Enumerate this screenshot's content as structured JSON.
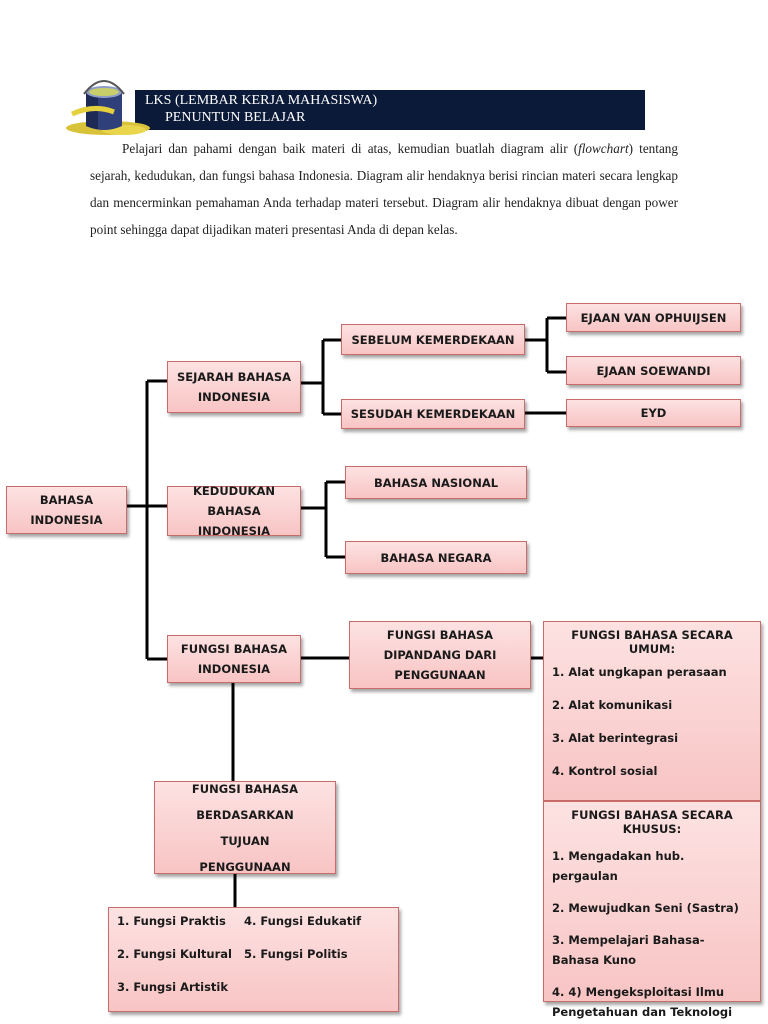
{
  "header": {
    "line1": "LKS (LEMBAR KERJA MAHASISWA)",
    "line2": "PENUNTUN BELAJAR",
    "icon": "paint-bucket-icon"
  },
  "instructions": {
    "before_italic": "Pelajari dan pahami dengan baik materi di atas, kemudian buatlah diagram alir (",
    "italic": "flowchart",
    "after_italic": ") tentang sejarah, kedudukan, dan fungsi bahasa Indonesia. Diagram alir hendaknya berisi rincian materi secara lengkap dan mencerminkan pemahaman Anda terhadap materi tersebut. Diagram alir hendaknya dibuat dengan power point sehingga dapat dijadikan materi presentasi Anda di depan kelas."
  },
  "diagram": {
    "root": "BAHASA INDONESIA",
    "sejarah": "SEJARAH BAHASA INDONESIA",
    "sebelum": "SEBELUM KEMERDEKAAN",
    "sesudah": "SESUDAH KEMERDEKAAN",
    "van_ophuijsen": "EJAAN VAN OPHUIJSEN",
    "soewandi": "EJAAN SOEWANDI",
    "eyd": "EYD",
    "kedudukan": "KEDUDUKAN BAHASA INDONESIA",
    "nasional": "BAHASA NASIONAL",
    "negara": "BAHASA NEGARA",
    "fungsi": "FUNGSI BAHASA INDONESIA",
    "dipandang": "FUNGSI BAHASA DIPANDANG DARI PENGGUNAAN",
    "umum": {
      "title": "FUNGSI BAHASA SECARA UMUM:",
      "items": [
        "1. Alat ungkapan perasaan",
        "2. Alat komunikasi",
        "3. Alat berintegrasi",
        "4. Kontrol sosial"
      ]
    },
    "khusus": {
      "title": "FUNGSI BAHASA SECARA KHUSUS:",
      "items": [
        "1. Mengadakan hub. pergaulan",
        "2. Mewujudkan Seni (Sastra)",
        "3. Mempelajari Bahasa- Bahasa Kuno",
        "4. 4)      Mengeksploitasi Ilmu Pengetahuan dan Teknologi"
      ]
    },
    "tujuan": "FUNGSI BAHASA BERDASARKAN TUJUAN PENGGUNAAN",
    "tujuan_items": [
      "1. Fungsi Praktis",
      "2. Fungsi Kultural",
      "3. Fungsi Artistik",
      "4. Fungsi Edukatif",
      "5. Fungsi Politis"
    ]
  }
}
